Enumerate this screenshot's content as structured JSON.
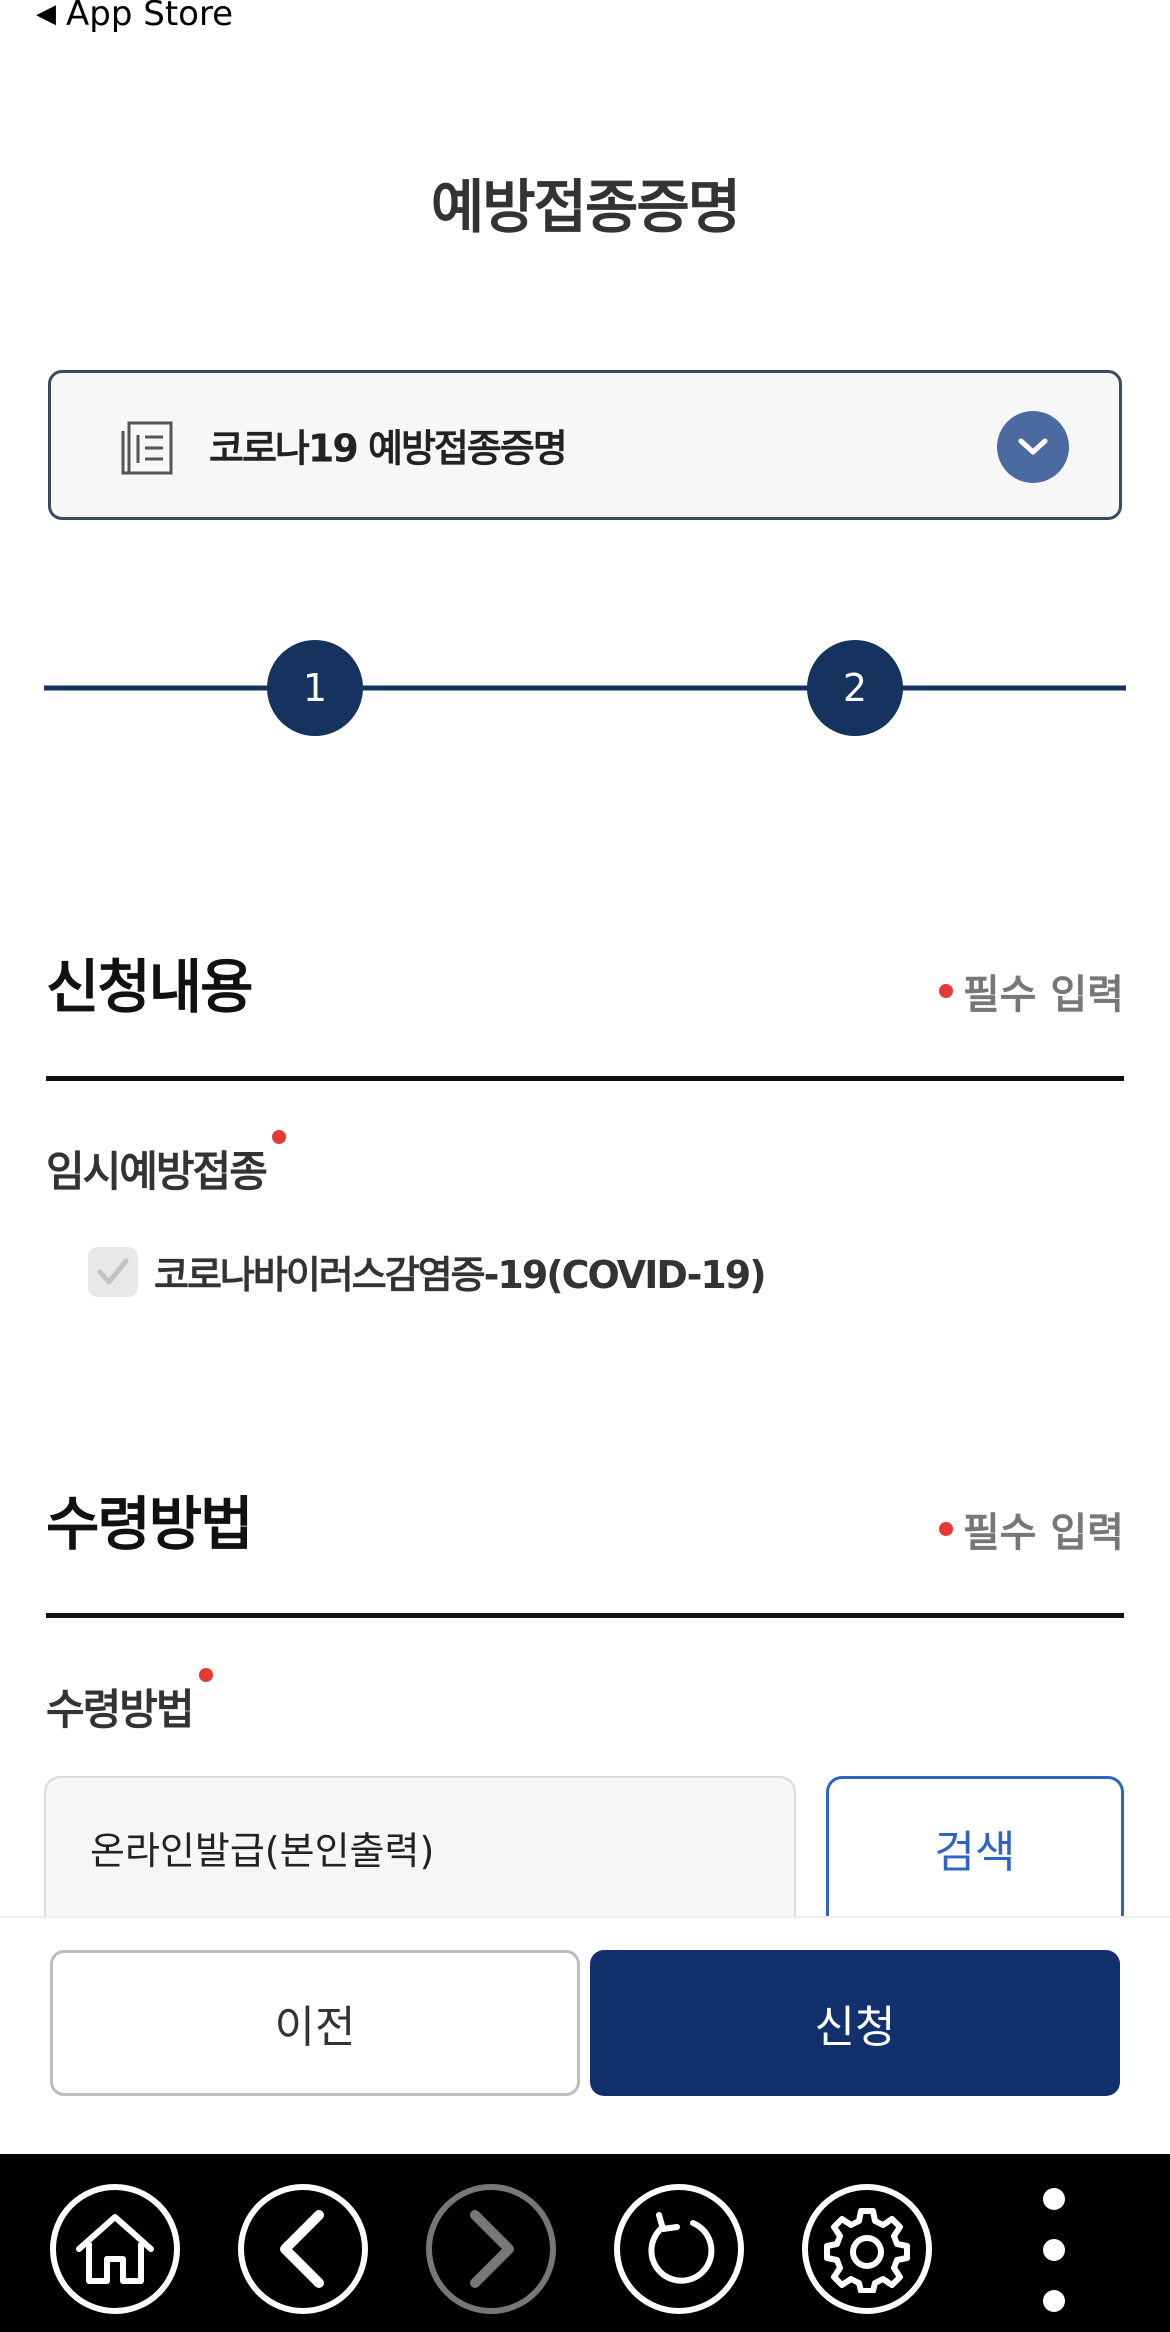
{
  "status_bar": {
    "back_label": "App Store"
  },
  "header": {
    "title": "예방접종증명"
  },
  "document_select": {
    "label": "코로나19 예방접종증명"
  },
  "stepper": {
    "steps": [
      "1",
      "2"
    ]
  },
  "sections": {
    "application": {
      "title": "신청내용",
      "required_label": "필수 입력",
      "field_label": "임시예방접종",
      "checkbox_label": "코로나바이러스감염증-19(COVID-19)"
    },
    "receipt": {
      "title": "수령방법",
      "required_label": "필수 입력",
      "field_label": "수령방법",
      "input_value": "온라인발급(본인출력)",
      "search_label": "검색"
    }
  },
  "actions": {
    "prev_label": "이전",
    "apply_label": "신청"
  },
  "toolbar": {
    "icons": [
      "home-icon",
      "back-arrow-icon",
      "forward-arrow-icon",
      "refresh-icon",
      "gear-icon",
      "more-vertical-icon"
    ]
  },
  "colors": {
    "primary": "#13306e",
    "accent_blue": "#2f64c7",
    "required_red": "#e53935",
    "chevron_bg": "#4a6aa0"
  }
}
